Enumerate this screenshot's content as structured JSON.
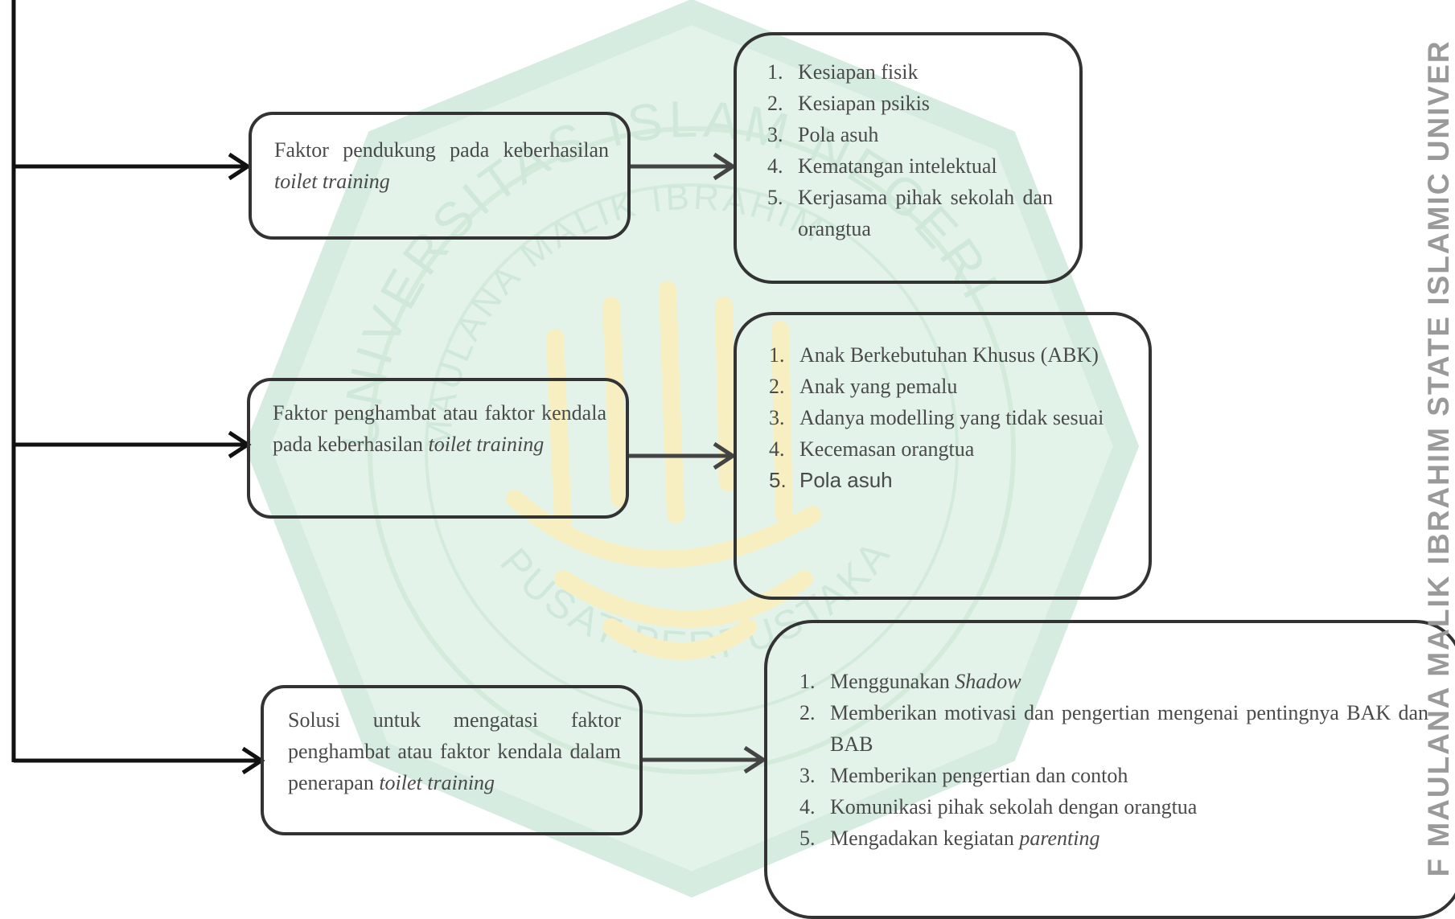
{
  "watermark": {
    "ring_outer": "UNIVERSITAS ISLAM NEGERI",
    "ring_inner": "MAULANA MALIK IBRAHIM",
    "ring_bottom": "PUSAT PERPUSTAKAAN",
    "colors": {
      "green": "#dff0e6",
      "gold": "#fbf3c9"
    }
  },
  "side_text": "F MAULANA MALIK IBRAHIM STATE ISLAMIC UNIVER",
  "factors": [
    {
      "label_parts": [
        "Faktor pendukung pada keberhasilan ",
        "toilet training"
      ],
      "items": [
        {
          "n": "1.",
          "text": "Kesiapan fisik"
        },
        {
          "n": "2.",
          "text": "Kesiapan psikis"
        },
        {
          "n": "3.",
          "text": "Pola asuh"
        },
        {
          "n": "4.",
          "text": "Kematangan intelektual"
        },
        {
          "n": "5.",
          "text": "Kerjasama pihak sekolah dan orangtua"
        }
      ]
    },
    {
      "label_parts": [
        "Faktor penghambat atau faktor kendala pada keberhasilan ",
        "toilet training"
      ],
      "items": [
        {
          "n": "1.",
          "text": "Anak Berkebutuhan Khusus (ABK)"
        },
        {
          "n": "2.",
          "text": "Anak yang pemalu"
        },
        {
          "n": "3.",
          "text": "Adanya modelling yang tidak sesuai"
        },
        {
          "n": "4.",
          "text": "Kecemasan orangtua"
        },
        {
          "n": "5.",
          "text": "Pola asuh"
        }
      ]
    },
    {
      "label_parts": [
        "Solusi untuk mengatasi faktor penghambat atau faktor kendala dalam penerapan ",
        "toilet training"
      ],
      "items": [
        {
          "n": "1.",
          "text": "Menggunakan ",
          "em": "Shadow"
        },
        {
          "n": "2.",
          "text": "Memberikan motivasi dan pengertian mengenai pentingnya BAK dan BAB"
        },
        {
          "n": "3.",
          "text": "Memberikan pengertian dan contoh"
        },
        {
          "n": "4.",
          "text": "Komunikasi pihak sekolah dengan orangtua"
        },
        {
          "n": "5.",
          "text": "Mengadakan kegiatan ",
          "em": "parenting"
        }
      ]
    }
  ]
}
